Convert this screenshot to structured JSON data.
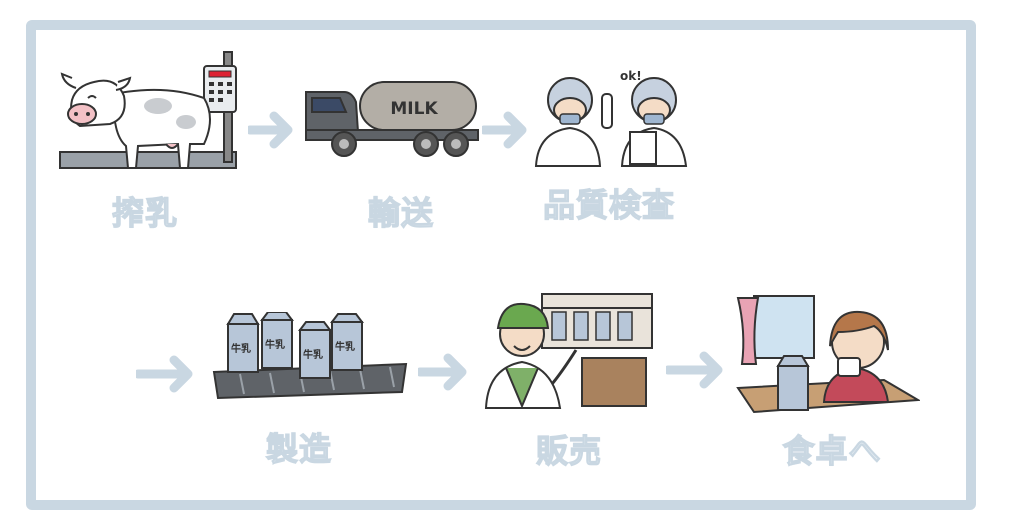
{
  "steps": [
    {
      "label": "搾乳",
      "icon": "cow-milking-icon"
    },
    {
      "label": "輸送",
      "icon": "milk-truck-icon"
    },
    {
      "label": "品質検査",
      "icon": "quality-inspection-icon"
    },
    {
      "label": "製造",
      "icon": "milk-carton-conveyor-icon"
    },
    {
      "label": "販売",
      "icon": "shop-clerk-icon"
    },
    {
      "label": "食卓へ",
      "icon": "girl-drinking-milk-icon"
    }
  ],
  "truck_text": "MILK",
  "inspection_bubble": "ok!",
  "carton_text": "牛乳",
  "colors": {
    "frame": "#c9d7e2",
    "arrow": "#c9d7e2",
    "label_fill": "#e7eef4",
    "label_stroke": "#c9d7e2"
  }
}
